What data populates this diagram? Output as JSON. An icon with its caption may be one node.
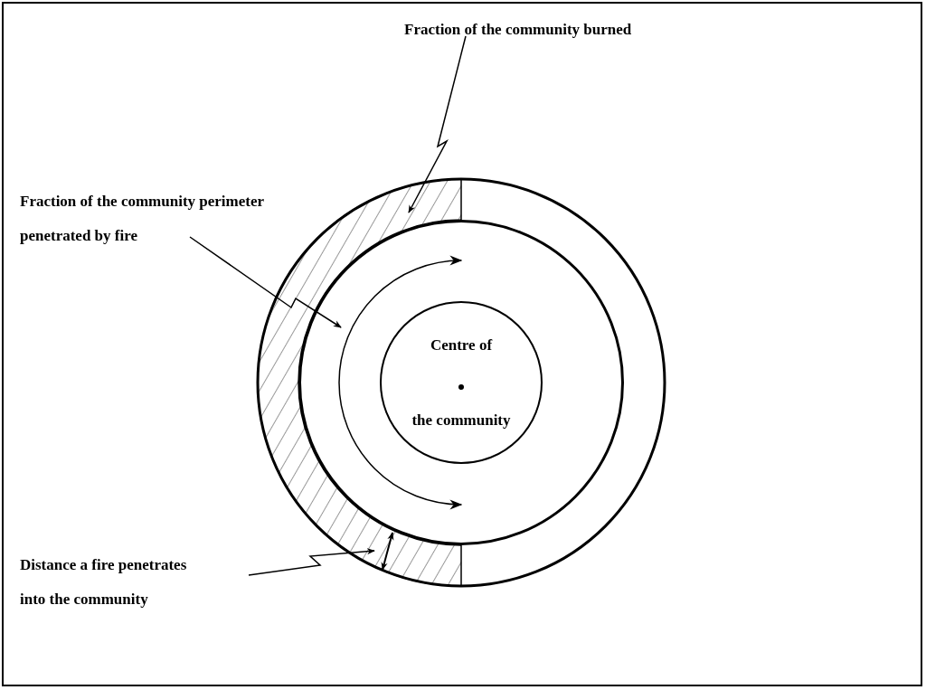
{
  "diagram": {
    "nodes": [
      {
        "text": [
          "Fraction of the community burned"
        ]
      },
      {
        "text": [
          "Fraction of the community perimeter penetrated by fire"
        ]
      },
      {
        "text": [
          "Distance a fire penetrates into the community"
        ]
      },
      {
        "text": [],
        "shape": "band"
      },
      {
        "text": [],
        "shape": "circle"
      },
      {
        "text": [
          "Centre of",
          "the community"
        ],
        "in": 4
      }
    ],
    "edges": [
      {
        "from": 0,
        "to": 3,
        "arrow": "to"
      },
      {
        "from": 1,
        "to": 4,
        "arrow": "to"
      },
      {
        "from": 2,
        "to": 3,
        "arrow": "to"
      }
    ]
  }
}
